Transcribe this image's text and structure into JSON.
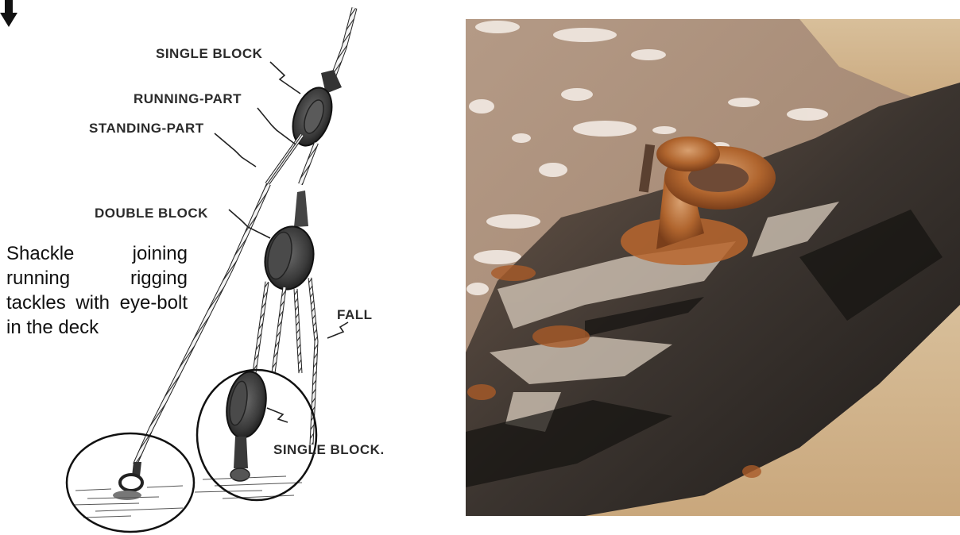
{
  "labels": {
    "single_block_top": "SINGLE BLOCK",
    "running_part": "RUNNING-PART",
    "standing_part": "STANDING-PART",
    "double_block": "DOUBLE BLOCK",
    "fall": "FALL",
    "single_block_bottom": "SINGLE BLOCK."
  },
  "caption": "Shackle joining running rigging tackles with eye-bolt in the deck",
  "icons": {
    "down_arrow": "down-arrow-icon"
  }
}
